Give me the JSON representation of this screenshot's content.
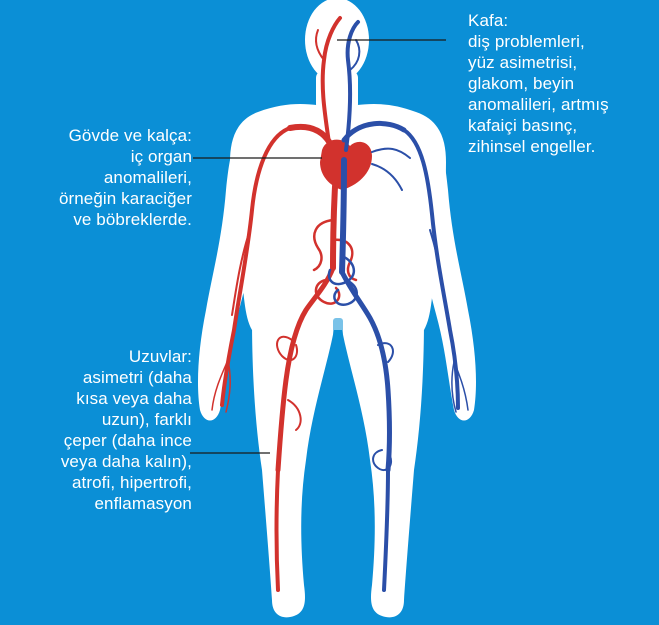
{
  "colors": {
    "background": "#0b8fd6",
    "body": "#ffffff",
    "artery": "#d2322d",
    "vein": "#2b4fa8",
    "leader_line": "#1a1a1a"
  },
  "labels": {
    "head": {
      "lines": [
        "Kafa:",
        "diş problemleri,",
        "yüz asimetrisi,",
        "glakom, beyin",
        "anomalileri, artmış",
        "kafaiçi basınç,",
        "zihinsel engeller."
      ]
    },
    "torso": {
      "lines": [
        "Gövde ve kalça:",
        "iç organ",
        "anomalileri,",
        "örneğin karaciğer",
        "ve böbreklerde."
      ]
    },
    "limbs": {
      "lines": [
        "Uzuvlar:",
        "asimetri (daha",
        "kısa veya daha",
        "uzun), farklı",
        "çeper (daha ince",
        "veya daha kalın),",
        "atrofi, hipertrofi,",
        "enflamasyon"
      ]
    }
  }
}
